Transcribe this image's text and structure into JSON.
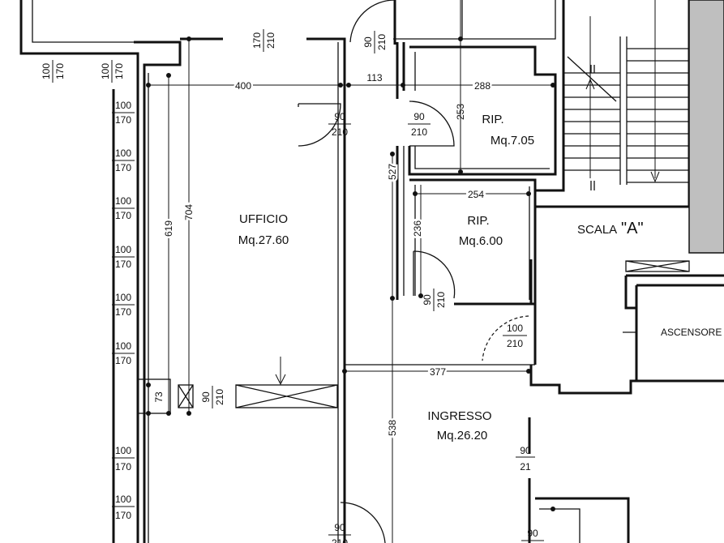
{
  "rooms": {
    "ufficio": {
      "name": "UFFICIO",
      "area": "Mq.27.60"
    },
    "rip1": {
      "name": "RIP.",
      "area": "Mq.7.05"
    },
    "rip2": {
      "name": "RIP.",
      "area": "Mq.6.00"
    },
    "ingresso": {
      "name": "INGRESSO",
      "area": "Mq.26.20"
    },
    "scala": {
      "name": "SCALA",
      "label": "\"A\""
    },
    "ascensore": {
      "name": "ASCENSORE"
    }
  },
  "dims": {
    "d400": "400",
    "d113": "113",
    "d288": "288",
    "d253": "253",
    "d527": "527",
    "d254": "254",
    "d236": "236",
    "d619": "619",
    "d704": "704",
    "d377": "377",
    "d538": "538",
    "d73": "73"
  },
  "fractions": {
    "f100_170": {
      "top": "100",
      "bottom": "170"
    },
    "f90_210": {
      "top": "90",
      "bottom": "210"
    },
    "f100_210": {
      "top": "100",
      "bottom": "210"
    },
    "f170_210": {
      "top": "170",
      "bottom": "210"
    },
    "f9_21": {
      "top": "90",
      "bottom": "21"
    }
  }
}
